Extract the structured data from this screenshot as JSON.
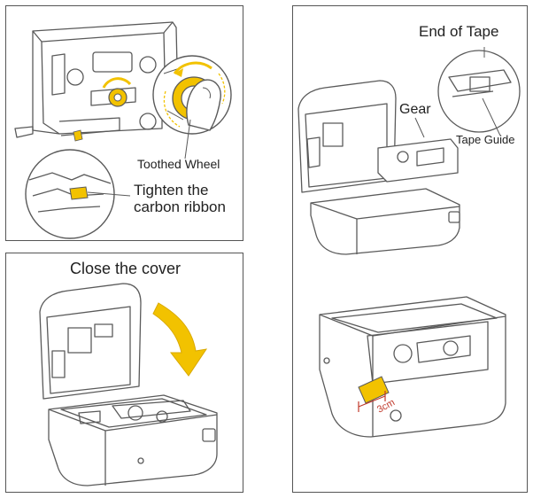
{
  "panels": {
    "step1": {
      "label_wheel": "Toothed Wheel",
      "label_tighten_line1": "Tighten the",
      "label_tighten_line2": "carbon ribbon"
    },
    "step2": {
      "label_close": "Close the cover"
    },
    "step3": {
      "label_end_of_tape": "End of Tape",
      "label_gear": "Gear",
      "label_tape_guide": "Tape Guide",
      "label_length": "3cm"
    }
  },
  "colors": {
    "accent": "#F2C200",
    "line": "#5a5a5a",
    "measure": "#c0392b"
  }
}
